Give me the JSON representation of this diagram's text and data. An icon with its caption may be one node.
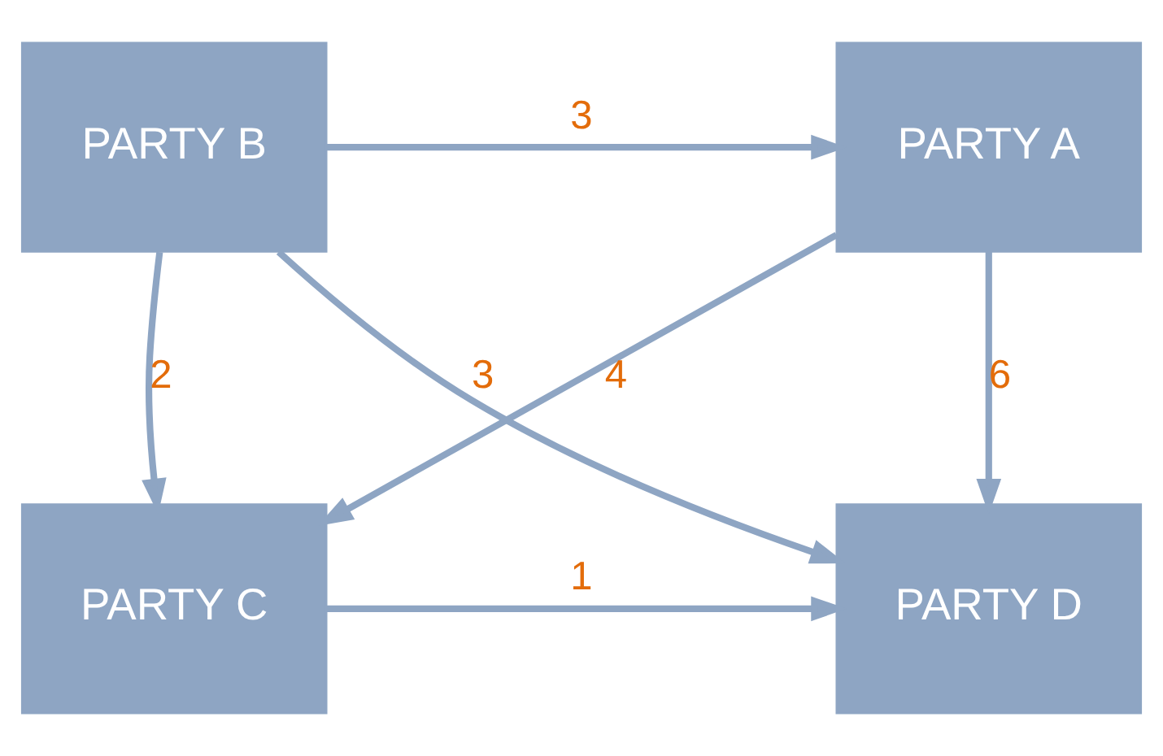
{
  "diagram": {
    "nodes": [
      {
        "text": [
          "PARTY A"
        ]
      },
      {
        "text": [
          "PARTY B"
        ]
      },
      {
        "text": [
          "PARTY D"
        ]
      },
      {
        "text": [
          "PARTY C"
        ]
      }
    ],
    "edges": [
      {
        "from": 1,
        "to": 0,
        "arrow": "to",
        "label": "3"
      },
      {
        "from": 0,
        "to": 2,
        "arrow": "to",
        "label": "6"
      },
      {
        "from": 0,
        "to": 3,
        "arrow": "to",
        "label": "4"
      },
      {
        "from": 1,
        "to": 2,
        "arrow": "to",
        "label": "3"
      },
      {
        "from": 1,
        "to": 3,
        "arrow": "to",
        "label": "2"
      },
      {
        "from": 3,
        "to": 2,
        "arrow": "to",
        "label": "1"
      }
    ]
  }
}
